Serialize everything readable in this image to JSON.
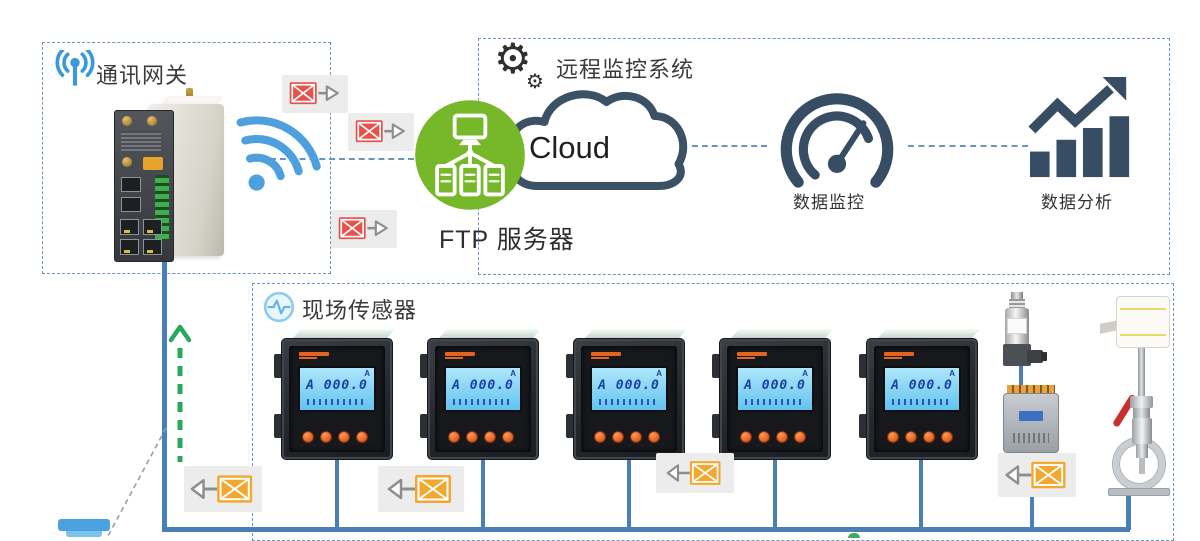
{
  "colors": {
    "connector_blue": "#4a7fb5",
    "box_border_blue": "#6d94bd",
    "icon_navy": "#374d63",
    "ftp_green": "#76b82a",
    "mail_red": "#e8504b",
    "mail_yellow": "#f2a72e",
    "signal_blue": "#3a9ad9",
    "up_arrow_green": "#27a85a"
  },
  "gateway_box": {
    "title": "通讯网关"
  },
  "remote_box": {
    "title": "远程监控系统",
    "cloud_label": "Cloud",
    "ftp_label": "FTP 服务器",
    "data_monitoring_label": "数据监控",
    "data_analysis_label": "数据分析"
  },
  "sensor_box": {
    "title": "现场传感器",
    "meters": [
      {
        "reading": "A 000.0"
      },
      {
        "reading": "A 000.0"
      },
      {
        "reading": "A 000.0"
      },
      {
        "reading": "A 000.0"
      },
      {
        "reading": "A 000.0"
      }
    ]
  }
}
